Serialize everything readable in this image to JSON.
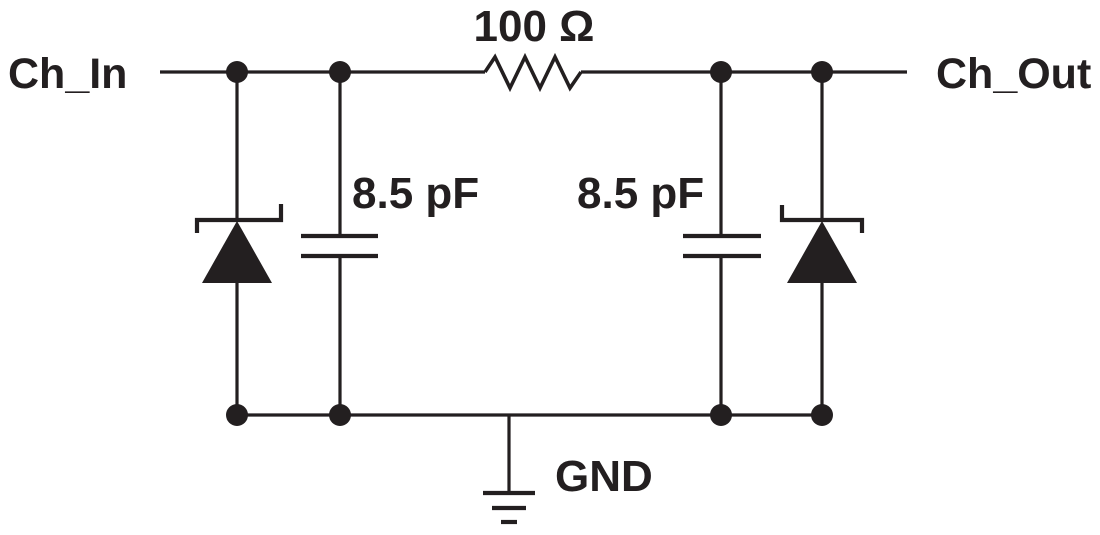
{
  "colors": {
    "ink": "#231f20",
    "background": "#ffffff"
  },
  "diagram": {
    "kind": "circuit-schematic",
    "labels": {
      "input": "Ch_In",
      "output": "Ch_Out",
      "resistor_value": "100 Ω",
      "left_capacitor_value": "8.5 pF",
      "right_capacitor_value": "8.5 pF",
      "ground": "GND"
    },
    "components": [
      {
        "id": "series-resistor",
        "symbol": "resistor",
        "value": "100 Ω",
        "between": [
          "Ch_In",
          "Ch_Out"
        ]
      },
      {
        "id": "left-tvs-diode",
        "symbol": "zener-diode",
        "anode": "GND",
        "cathode": "Ch_In"
      },
      {
        "id": "left-shunt-capacitor",
        "symbol": "capacitor",
        "value": "8.5 pF",
        "between": [
          "Ch_In",
          "GND"
        ]
      },
      {
        "id": "right-shunt-capacitor",
        "symbol": "capacitor",
        "value": "8.5 pF",
        "between": [
          "Ch_Out",
          "GND"
        ]
      },
      {
        "id": "right-tvs-diode",
        "symbol": "zener-diode",
        "anode": "GND",
        "cathode": "Ch_Out"
      },
      {
        "id": "ground-node",
        "symbol": "earth-ground",
        "net": "GND"
      }
    ]
  }
}
